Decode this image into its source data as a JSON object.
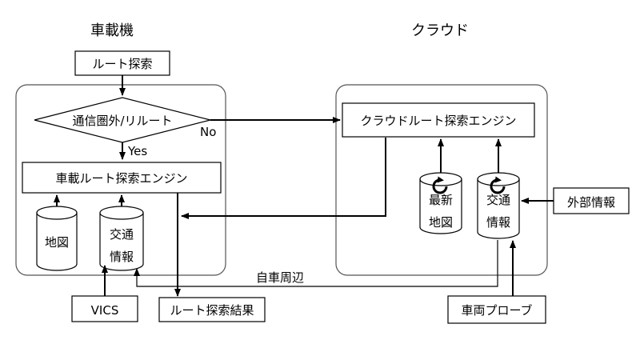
{
  "regions": {
    "vehicle_title": "車載機",
    "cloud_title": "クラウド"
  },
  "vehicle": {
    "route_search": "ルート探索",
    "decision": "通信圏外/リルート",
    "yes_label": "Yes",
    "no_label": "No",
    "engine": "車載ルート探索エンジン",
    "map_db": "地図",
    "traffic_db_line1": "交通",
    "traffic_db_line2": "情報",
    "vics": "VICS",
    "result": "ルート探索結果",
    "surroundings_label": "自車周辺"
  },
  "cloud": {
    "engine": "クラウドルート探索エンジン",
    "latest_map_line1": "最新",
    "latest_map_line2": "地図",
    "traffic_db_line1": "交通",
    "traffic_db_line2": "情報",
    "external_info": "外部情報",
    "probe": "車両プローブ"
  },
  "colors": {
    "stroke": "#000000",
    "region_stroke": "#555555",
    "background": "#ffffff"
  }
}
